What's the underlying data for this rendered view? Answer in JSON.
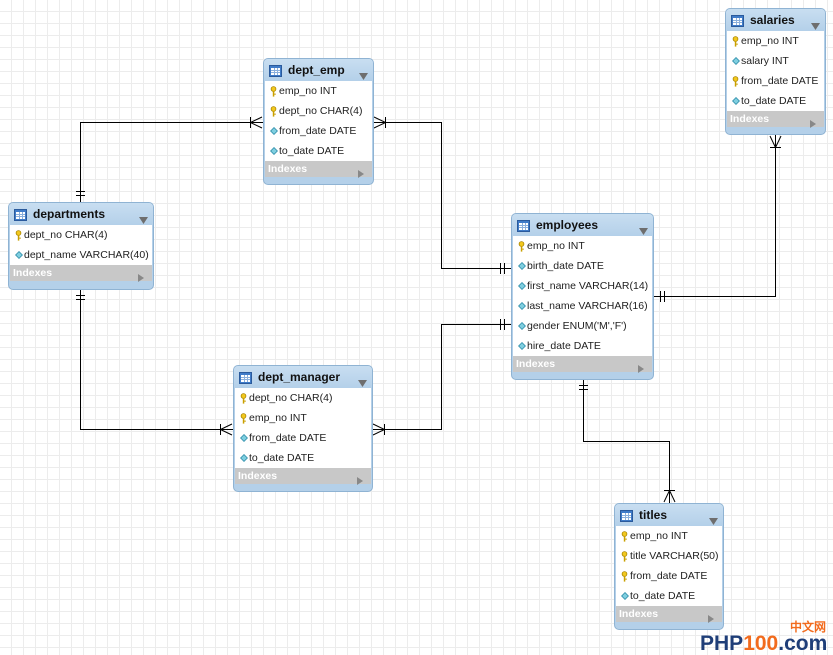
{
  "tables": {
    "salaries": {
      "title": "salaries",
      "columns": [
        {
          "label": "emp_no INT",
          "icon": "key-icon"
        },
        {
          "label": "salary INT",
          "icon": "diamond-icon"
        },
        {
          "label": "from_date DATE",
          "icon": "key-icon"
        },
        {
          "label": "to_date DATE",
          "icon": "diamond-icon"
        }
      ],
      "indexes_label": "Indexes"
    },
    "dept_emp": {
      "title": "dept_emp",
      "columns": [
        {
          "label": "emp_no INT",
          "icon": "key-icon"
        },
        {
          "label": "dept_no CHAR(4)",
          "icon": "key-icon"
        },
        {
          "label": "from_date DATE",
          "icon": "diamond-icon"
        },
        {
          "label": "to_date DATE",
          "icon": "diamond-icon"
        }
      ],
      "indexes_label": "Indexes"
    },
    "departments": {
      "title": "departments",
      "columns": [
        {
          "label": "dept_no CHAR(4)",
          "icon": "key-icon"
        },
        {
          "label": "dept_name VARCHAR(40)",
          "icon": "diamond-icon"
        }
      ],
      "indexes_label": "Indexes"
    },
    "employees": {
      "title": "employees",
      "columns": [
        {
          "label": "emp_no INT",
          "icon": "key-icon"
        },
        {
          "label": "birth_date DATE",
          "icon": "diamond-icon"
        },
        {
          "label": "first_name VARCHAR(14)",
          "icon": "diamond-icon"
        },
        {
          "label": "last_name VARCHAR(16)",
          "icon": "diamond-icon"
        },
        {
          "label": "gender ENUM('M','F')",
          "icon": "diamond-icon"
        },
        {
          "label": "hire_date DATE",
          "icon": "diamond-icon"
        }
      ],
      "indexes_label": "Indexes"
    },
    "dept_manager": {
      "title": "dept_manager",
      "columns": [
        {
          "label": "dept_no CHAR(4)",
          "icon": "key-icon"
        },
        {
          "label": "emp_no INT",
          "icon": "key-icon"
        },
        {
          "label": "from_date DATE",
          "icon": "diamond-icon"
        },
        {
          "label": "to_date DATE",
          "icon": "diamond-icon"
        }
      ],
      "indexes_label": "Indexes"
    },
    "titles": {
      "title": "titles",
      "columns": [
        {
          "label": "emp_no INT",
          "icon": "key-icon"
        },
        {
          "label": "title VARCHAR(50)",
          "icon": "key-icon"
        },
        {
          "label": "from_date DATE",
          "icon": "key-icon"
        },
        {
          "label": "to_date DATE",
          "icon": "diamond-icon"
        }
      ],
      "indexes_label": "Indexes"
    }
  },
  "icons": {
    "table": "table-icon",
    "collapse": "collapse-arrow-icon",
    "expand_indexes": "expand-arrow-icon"
  },
  "watermark": {
    "cn_label": "中文网",
    "brand_php": "PHP",
    "brand_num": "100",
    "brand_tld": ".com"
  },
  "colors": {
    "header": "#b4d0e9",
    "header_light": "#c8def1",
    "border": "#8fb3d3",
    "grid": "#ececec",
    "indexes": "#c8c8c8",
    "line": "#000000",
    "key": "#f2c81e",
    "diamond": "#7fcfe0",
    "wm_orange": "#f26b1d",
    "wm_blue": "#1f3e78"
  }
}
